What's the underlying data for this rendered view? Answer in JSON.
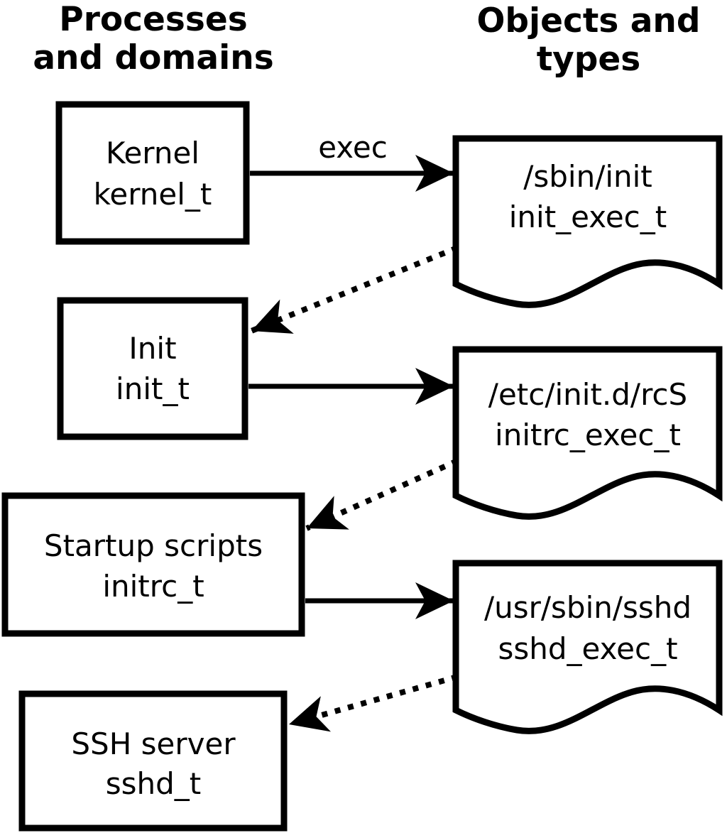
{
  "header": {
    "left": {
      "line1": "Processes",
      "line2": "and domains"
    },
    "right": {
      "line1": "Objects and",
      "line2": "types"
    }
  },
  "labels": {
    "exec": "exec"
  },
  "processes": [
    {
      "name": "Kernel",
      "type": "kernel_t"
    },
    {
      "name": "Init",
      "type": "init_t"
    },
    {
      "name": "Startup scripts",
      "type": "initrc_t"
    },
    {
      "name": "SSH server",
      "type": "sshd_t"
    }
  ],
  "objects": [
    {
      "path": "/sbin/init",
      "type": "init_exec_t"
    },
    {
      "path": "/etc/init.d/rcS",
      "type": "initrc_exec_t"
    },
    {
      "path": "/usr/sbin/sshd",
      "type": "sshd_exec_t"
    }
  ],
  "colors": {
    "foreground": "#000000",
    "background": "#ffffff"
  }
}
